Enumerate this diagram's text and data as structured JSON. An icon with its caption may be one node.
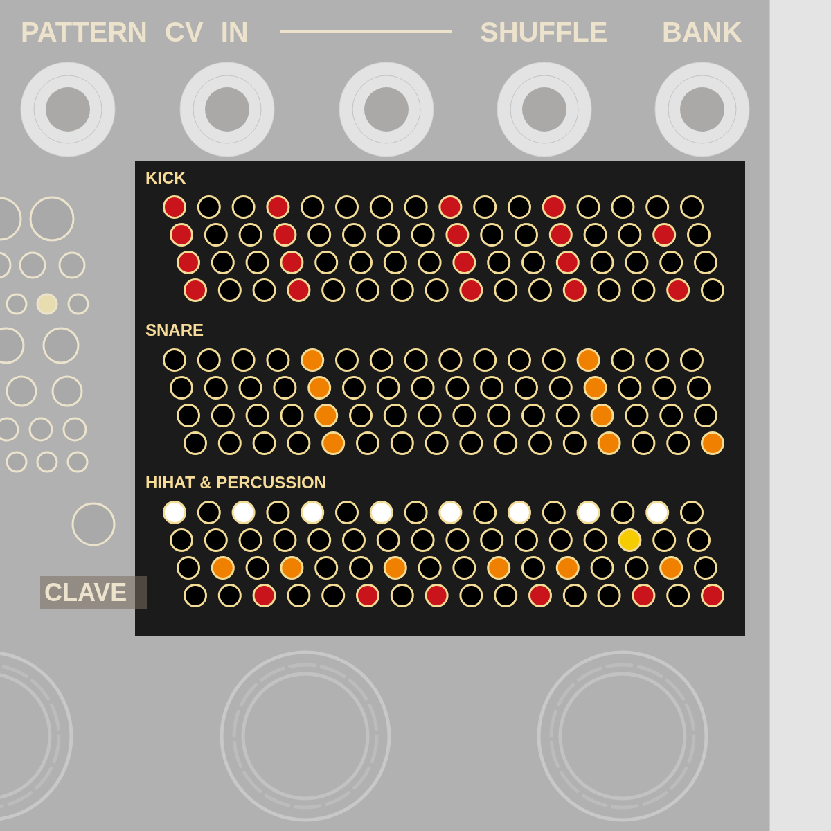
{
  "diagram": {
    "nodes": [
      {
        "text": [
          "KICK",
          "SNARE",
          "HIHAT & PERCUSSION"
        ]
      },
      {
        "text": [
          "CLAVE"
        ]
      }
    ],
    "labels": [
      "PATTERN CV IN",
      "SHUFFLE",
      "BANK"
    ]
  }
}
